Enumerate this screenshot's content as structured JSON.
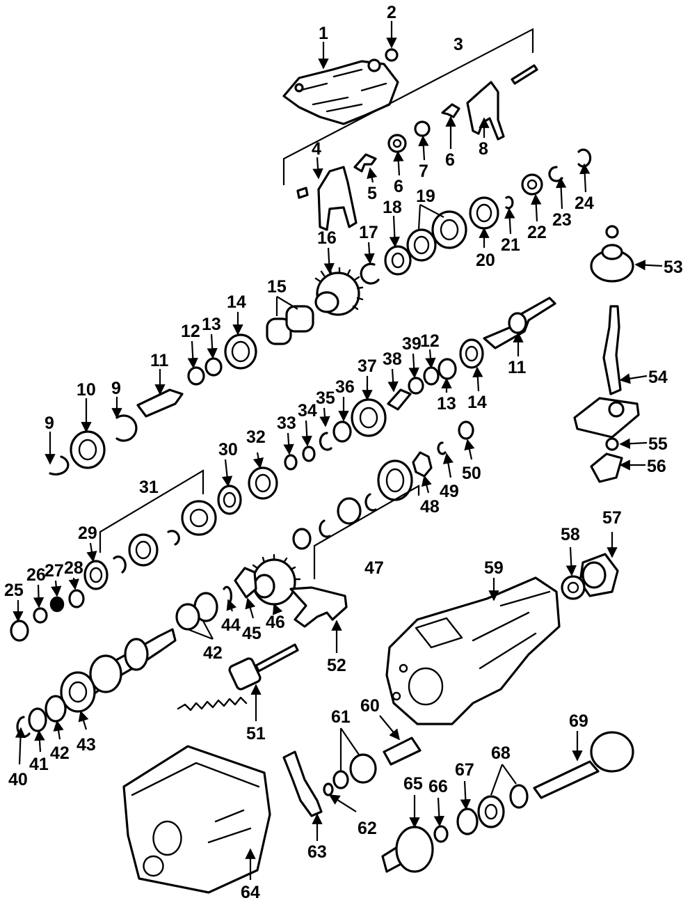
{
  "callouts": [
    {
      "id": "c1",
      "text": "1"
    },
    {
      "id": "c2",
      "text": "2"
    },
    {
      "id": "c3",
      "text": "3"
    },
    {
      "id": "c4",
      "text": "4"
    },
    {
      "id": "c5",
      "text": "5"
    },
    {
      "id": "c6a",
      "text": "6"
    },
    {
      "id": "c6b",
      "text": "6"
    },
    {
      "id": "c7",
      "text": "7"
    },
    {
      "id": "c8",
      "text": "8"
    },
    {
      "id": "c9a",
      "text": "9"
    },
    {
      "id": "c9b",
      "text": "9"
    },
    {
      "id": "c10",
      "text": "10"
    },
    {
      "id": "c11a",
      "text": "11"
    },
    {
      "id": "c11b",
      "text": "11"
    },
    {
      "id": "c12a",
      "text": "12"
    },
    {
      "id": "c12b",
      "text": "12"
    },
    {
      "id": "c13a",
      "text": "13"
    },
    {
      "id": "c13b",
      "text": "13"
    },
    {
      "id": "c14a",
      "text": "14"
    },
    {
      "id": "c14b",
      "text": "14"
    },
    {
      "id": "c15",
      "text": "15"
    },
    {
      "id": "c16",
      "text": "16"
    },
    {
      "id": "c17",
      "text": "17"
    },
    {
      "id": "c18",
      "text": "18"
    },
    {
      "id": "c19",
      "text": "19"
    },
    {
      "id": "c20",
      "text": "20"
    },
    {
      "id": "c21",
      "text": "21"
    },
    {
      "id": "c22",
      "text": "22"
    },
    {
      "id": "c23",
      "text": "23"
    },
    {
      "id": "c24",
      "text": "24"
    },
    {
      "id": "c25",
      "text": "25"
    },
    {
      "id": "c26",
      "text": "26"
    },
    {
      "id": "c27",
      "text": "27"
    },
    {
      "id": "c28",
      "text": "28"
    },
    {
      "id": "c29",
      "text": "29"
    },
    {
      "id": "c30",
      "text": "30"
    },
    {
      "id": "c31",
      "text": "31"
    },
    {
      "id": "c32",
      "text": "32"
    },
    {
      "id": "c33",
      "text": "33"
    },
    {
      "id": "c34",
      "text": "34"
    },
    {
      "id": "c35",
      "text": "35"
    },
    {
      "id": "c36",
      "text": "36"
    },
    {
      "id": "c37",
      "text": "37"
    },
    {
      "id": "c38",
      "text": "38"
    },
    {
      "id": "c39",
      "text": "39"
    },
    {
      "id": "c40",
      "text": "40"
    },
    {
      "id": "c41",
      "text": "41"
    },
    {
      "id": "c42a",
      "text": "42"
    },
    {
      "id": "c42b",
      "text": "42"
    },
    {
      "id": "c43",
      "text": "43"
    },
    {
      "id": "c44",
      "text": "44"
    },
    {
      "id": "c45",
      "text": "45"
    },
    {
      "id": "c46",
      "text": "46"
    },
    {
      "id": "c47",
      "text": "47"
    },
    {
      "id": "c48",
      "text": "48"
    },
    {
      "id": "c49",
      "text": "49"
    },
    {
      "id": "c50",
      "text": "50"
    },
    {
      "id": "c51",
      "text": "51"
    },
    {
      "id": "c52",
      "text": "52"
    },
    {
      "id": "c53",
      "text": "53"
    },
    {
      "id": "c54",
      "text": "54"
    },
    {
      "id": "c55",
      "text": "55"
    },
    {
      "id": "c56",
      "text": "56"
    },
    {
      "id": "c57",
      "text": "57"
    },
    {
      "id": "c58",
      "text": "58"
    },
    {
      "id": "c59",
      "text": "59"
    },
    {
      "id": "c60",
      "text": "60"
    },
    {
      "id": "c61",
      "text": "61"
    },
    {
      "id": "c62",
      "text": "62"
    },
    {
      "id": "c63",
      "text": "63"
    },
    {
      "id": "c64",
      "text": "64"
    },
    {
      "id": "c65",
      "text": "65"
    },
    {
      "id": "c66",
      "text": "66"
    },
    {
      "id": "c67",
      "text": "67"
    },
    {
      "id": "c68",
      "text": "68"
    },
    {
      "id": "c69",
      "text": "69"
    }
  ]
}
